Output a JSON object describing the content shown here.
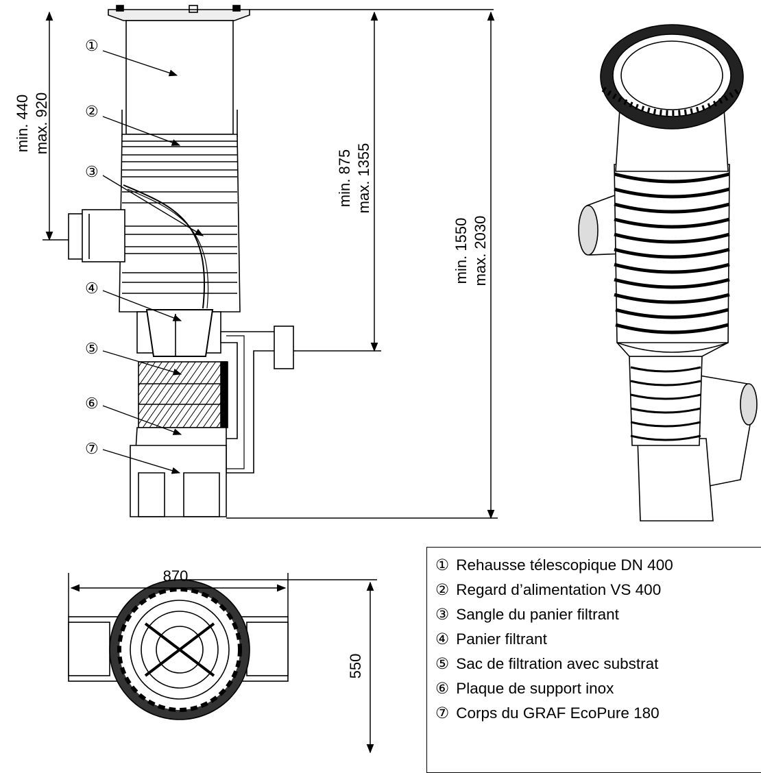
{
  "dimensions": {
    "riser": [
      "min. 440",
      "max. 920"
    ],
    "inlet_depth": [
      "min. 875",
      "max. 1355"
    ],
    "total_height": [
      "min. 1550",
      "max. 2030"
    ],
    "width": "870",
    "depth": "550"
  },
  "callouts": [
    "①",
    "②",
    "③",
    "④",
    "⑤",
    "⑥",
    "⑦"
  ],
  "legend": [
    {
      "num": "①",
      "label": "Rehausse télescopique DN 400"
    },
    {
      "num": "②",
      "label": "Regard d’alimentation VS 400"
    },
    {
      "num": "③",
      "label": "Sangle du panier filtrant"
    },
    {
      "num": "④",
      "label": "Panier filtrant"
    },
    {
      "num": "⑤",
      "label": "Sac de filtration avec substrat"
    },
    {
      "num": "⑥",
      "label": "Plaque de support inox"
    },
    {
      "num": "⑦",
      "label": "Corps du GRAF EcoPure 180"
    }
  ]
}
